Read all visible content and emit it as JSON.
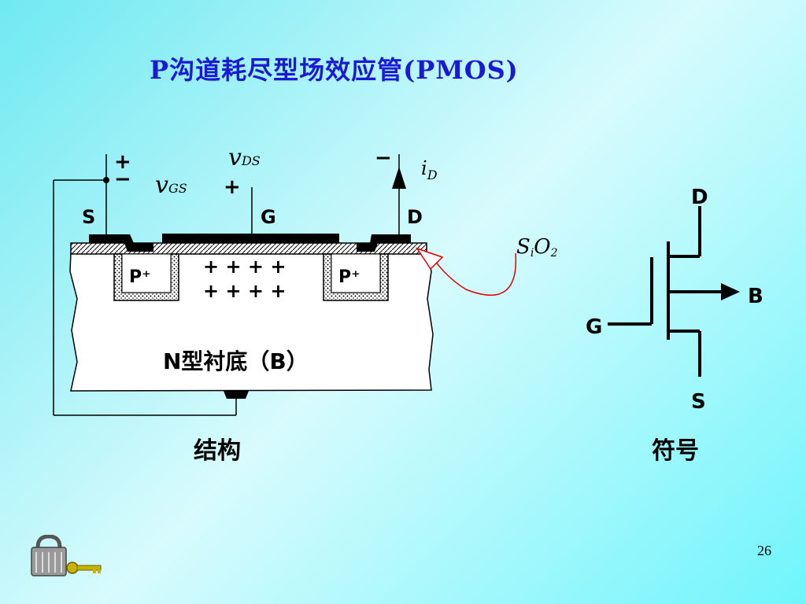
{
  "title": "P沟道耗尽型场效应管(PMOS)",
  "structure": {
    "source_label": "S",
    "gate_label": "G",
    "drain_label": "D",
    "p_region_left": "P⁺",
    "p_region_right": "P⁺",
    "plus_sign": "+",
    "minus_sign": "−",
    "vgs_main": "v",
    "vgs_sub": "GS",
    "vds_main": "v",
    "vds_sub": "DS",
    "id_main": "i",
    "id_sub": "D",
    "ions_row1": "+ + + +",
    "ions_row2": "+ + + +",
    "sio2_s": "S",
    "sio2_i": "i",
    "sio2_o": "O",
    "sio2_2": "2",
    "substrate_label": "N型衬底（B）",
    "caption": "结构"
  },
  "symbol": {
    "d_label": "D",
    "g_label": "G",
    "b_label": "B",
    "s_label": "S",
    "caption": "符号"
  },
  "page_number": "26",
  "colors": {
    "title": "#1a1ad6",
    "annotation": "#e00000"
  },
  "icons": [
    "padlock-icon",
    "key-icon"
  ]
}
